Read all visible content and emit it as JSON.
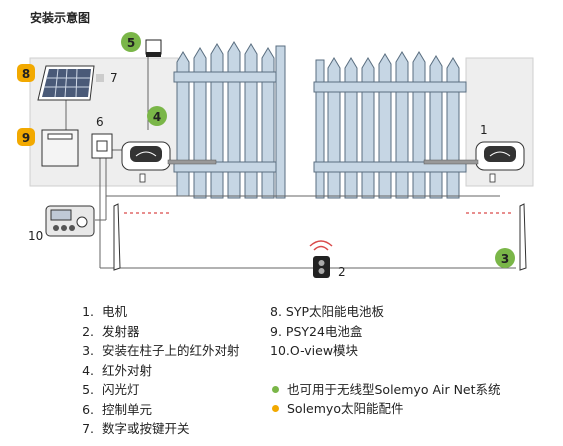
{
  "title": "安装示意图",
  "callouts": {
    "c1": "1",
    "c2": "2",
    "c3": "3",
    "c4": "4",
    "c5": "5",
    "c6": "6",
    "c7": "7",
    "c8": "8",
    "c9": "9",
    "c10": "10"
  },
  "legend_left": [
    {
      "num": "1.",
      "text": "电机"
    },
    {
      "num": "2.",
      "text": "发射器"
    },
    {
      "num": "3.",
      "text": "安装在柱子上的红外对射"
    },
    {
      "num": "4.",
      "text": "红外对射"
    },
    {
      "num": "5.",
      "text": "闪光灯"
    },
    {
      "num": "6.",
      "text": "控制单元"
    },
    {
      "num": "7.",
      "text": "数字或按键开关"
    }
  ],
  "legend_right": [
    {
      "num": "8.",
      "text": "SYP太阳能电池板"
    },
    {
      "num": "9.",
      "text": "PSY24电池盒"
    },
    {
      "num": "10.",
      "text": "O-view模块"
    }
  ],
  "notes": [
    {
      "text": "也可用于无线型Solemyo Air Net系统",
      "color": "#7ab648"
    },
    {
      "text": "Solemyo太阳能配件",
      "color": "#f2a900"
    }
  ],
  "colors": {
    "green": "#7ab648",
    "orange": "#f2a900",
    "fence_fill": "#c6d6e4",
    "fence_stroke": "#5a6e80",
    "wall": "#eeeeee",
    "beam_red": "#d94a4a"
  }
}
